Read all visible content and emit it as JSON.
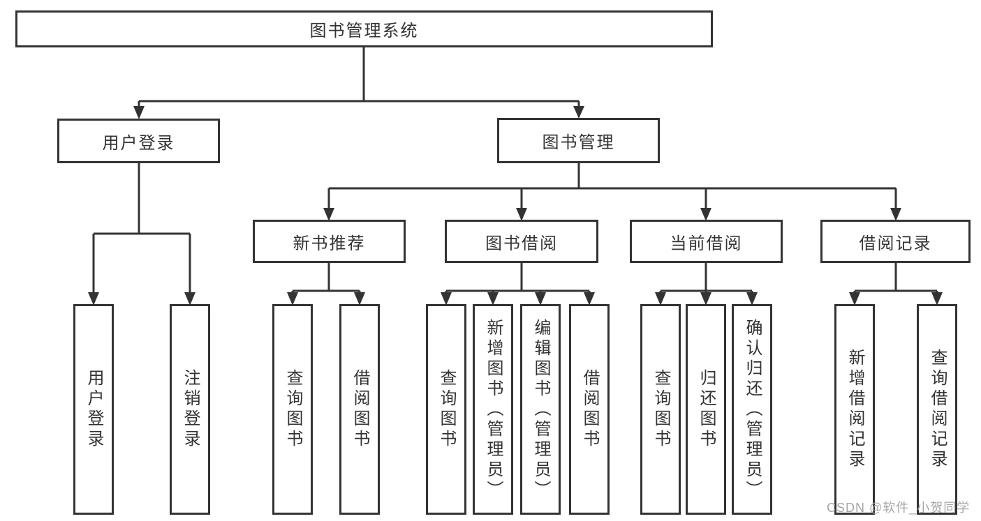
{
  "diagram": {
    "root": {
      "label": "图书管理系统"
    },
    "branches": [
      {
        "label": "用户登录",
        "leaves": [
          "用户登录",
          "注销登录"
        ]
      },
      {
        "label": "图书管理",
        "groups": [
          {
            "label": "新书推荐",
            "leaves": [
              "查询图书",
              "借阅图书"
            ]
          },
          {
            "label": "图书借阅",
            "leaves": [
              "查询图书",
              "新增图书（管理员）",
              "编辑图书（管理员）",
              "借阅图书"
            ]
          },
          {
            "label": "当前借阅",
            "leaves": [
              "查询图书",
              "归还图书",
              "确认归还（管理员）"
            ]
          },
          {
            "label": "借阅记录",
            "leaves": [
              "新增借阅记录",
              "查询借阅记录"
            ]
          }
        ]
      }
    ]
  },
  "watermark": {
    "text": "CSDN @软件_小贺同学"
  },
  "colors": {
    "line": "#333333",
    "text": "#333333",
    "box_background": "#ffffff",
    "page_background": "#ffffff",
    "watermark": "#a6a6a6"
  }
}
